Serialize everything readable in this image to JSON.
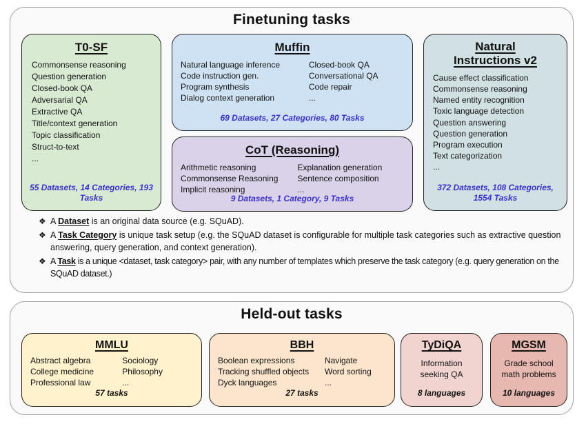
{
  "colors": {
    "panel_bg": "#fafafa",
    "panel_border": "#9e9e9e",
    "box_border": "#1f1f1f",
    "t0sf": "#d9ead3",
    "muffin": "#cfe2f3",
    "cot": "#d9d2e9",
    "niv2": "#d0e0e3",
    "mmlu": "#fff2cc",
    "bbh": "#fce5cd",
    "tydiqa": "#f1d4cf",
    "mgsm": "#e6b8af",
    "stats_blue": "#3a2ecf"
  },
  "finetuning": {
    "title": "Finetuning tasks",
    "bullet_char": "❖",
    "boxes": [
      {
        "title": "T0-SF",
        "items": [
          "Commonsense reasoning",
          "Question generation",
          "Closed-book QA",
          "Adversarial QA",
          "Extractive QA",
          "Title/context generation",
          "Topic classification",
          "Struct-to-text",
          "..."
        ],
        "stats": "55 Datasets, 14 Categories, 193 Tasks"
      },
      {
        "title": "Muffin",
        "col1": [
          "Natural language inference",
          "Code instruction gen.",
          "Program synthesis",
          "Dialog context generation"
        ],
        "col2": [
          "Closed-book QA",
          "Conversational QA",
          "Code repair",
          "..."
        ],
        "stats": "69 Datasets, 27 Categories, 80 Tasks"
      },
      {
        "title": "CoT (Reasoning)",
        "col1": [
          "Arithmetic reasoning",
          "Commonsense Reasoning",
          "Implicit reasoning"
        ],
        "col2": [
          "Explanation generation",
          "Sentence composition",
          "..."
        ],
        "stats": "9 Datasets, 1 Category, 9 Tasks"
      },
      {
        "title": "Natural Instructions v2",
        "items": [
          "Cause effect classification",
          "Commonsense reasoning",
          "Named entity recognition",
          "Toxic language detection",
          "Question answering",
          "Question generation",
          "Program execution",
          "Text categorization",
          "..."
        ],
        "stats": "372 Datasets, 108 Categories, 1554 Tasks"
      }
    ],
    "notes": [
      {
        "prefix": "A ",
        "term": "Dataset",
        "rest": " is an original data source (e.g. SQuAD)."
      },
      {
        "prefix": "A ",
        "term": "Task Category",
        "rest": " is unique task setup (e.g. the SQuAD dataset is configurable for multiple task categories such as extractive question answering, query generation, and context generation)."
      },
      {
        "prefix": "A ",
        "term": "Task",
        "rest": " is a unique <dataset, task category> pair, with any number of templates which preserve the task category (e.g. query generation on the SQuAD dataset.)"
      }
    ]
  },
  "heldout": {
    "title": "Held-out tasks",
    "boxes": [
      {
        "title": "MMLU",
        "col1": [
          "Abstract algebra",
          "College medicine",
          "Professional law"
        ],
        "col2": [
          "Sociology",
          "Philosophy",
          "..."
        ],
        "stats": "57 tasks"
      },
      {
        "title": "BBH",
        "col1": [
          "Boolean expressions",
          "Tracking shuffled objects",
          "Dyck languages"
        ],
        "col2": [
          "Navigate",
          "Word sorting",
          "..."
        ],
        "stats": "27 tasks"
      },
      {
        "title": "TyDiQA",
        "body": "Information seeking QA",
        "stats": "8 languages"
      },
      {
        "title": "MGSM",
        "body": "Grade school math problems",
        "stats": "10 languages"
      }
    ]
  }
}
